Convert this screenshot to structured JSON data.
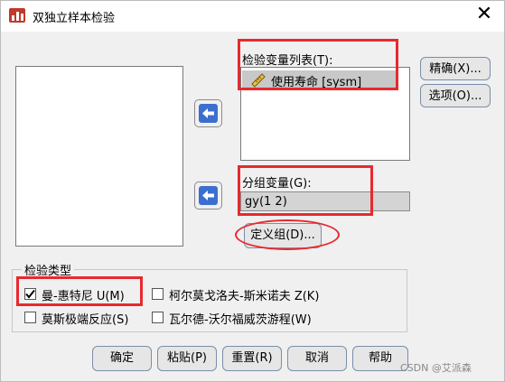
{
  "window": {
    "title": "双独立样本检验",
    "close_glyph": "✕"
  },
  "test_var_list": {
    "label": "检验变量列表(T):",
    "items": [
      "使用寿命 [sysm]"
    ]
  },
  "grouping": {
    "label": "分组变量(G):",
    "value": "gy(1 2)",
    "define_button": "定义组(D)..."
  },
  "side_buttons": {
    "exact": "精确(X)...",
    "options": "选项(O)..."
  },
  "test_type": {
    "label": "检验类型",
    "options": [
      {
        "label": "曼-惠特尼 U(M)",
        "checked": true
      },
      {
        "label": "柯尔莫戈洛夫-斯米诺夫 Z(K)",
        "checked": false
      },
      {
        "label": "莫斯极端反应(S)",
        "checked": false
      },
      {
        "label": "瓦尔德-沃尔福威茨游程(W)",
        "checked": false
      }
    ]
  },
  "footer": {
    "ok": "确定",
    "paste": "粘贴(P)",
    "reset": "重置(R)",
    "cancel": "取消",
    "help": "帮助"
  },
  "watermark": "CSDN @艾派森",
  "colors": {
    "accent": "#3b6fcf",
    "highlight": "#e8292e"
  }
}
